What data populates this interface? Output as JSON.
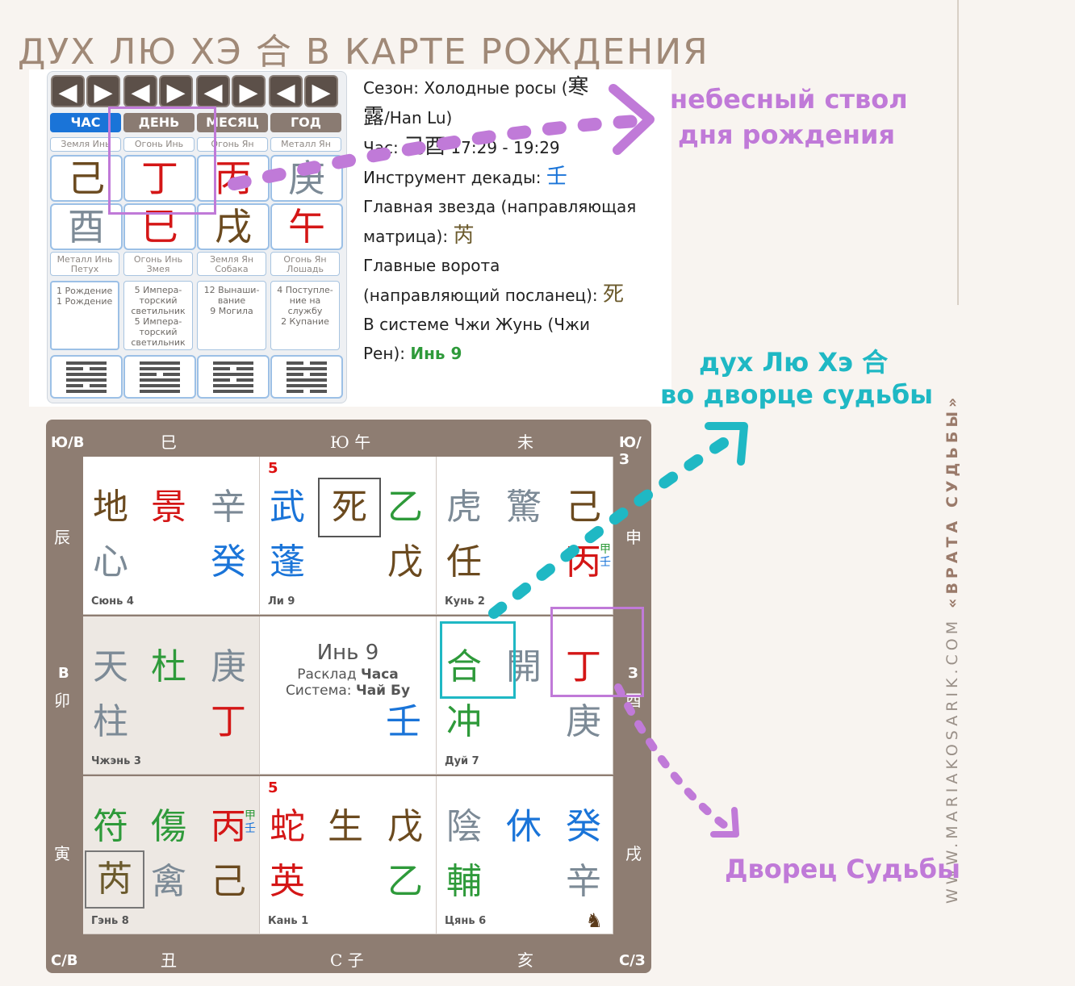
{
  "title": "ДУХ ЛЮ ХЭ 合 В КАРТЕ РОЖДЕНИЯ",
  "side_text_prefix": "WWW.MARIAKOSARIK.COM ",
  "side_text_brand": "«ВРАТА СУДЬБЫ»",
  "pillars": {
    "arrow_left": "◀",
    "arrow_right": "▶",
    "tabs": [
      "ЧАС",
      "ДЕНЬ",
      "МЕСЯЦ",
      "ГОД"
    ],
    "top_labels": [
      "Земля Инь",
      "Огонь Инь",
      "Огонь Ян",
      "Металл Ян"
    ],
    "stems": [
      "己",
      "丁",
      "丙",
      "庚"
    ],
    "branches": [
      "酉",
      "巳",
      "戌",
      "午"
    ],
    "bottom_labels": [
      [
        "Металл Инь",
        "Петух"
      ],
      [
        "Огонь Инь",
        "Змея"
      ],
      [
        "Земля Ян",
        "Собака"
      ],
      [
        "Огонь Ян",
        "Лошадь"
      ]
    ],
    "stars": [
      [
        "1 Рождение",
        "1 Рождение"
      ],
      [
        "5 Импера-",
        "торский",
        "светильник",
        "5 Импера-",
        "торский",
        "светильник"
      ],
      [
        "12 Вынаши-",
        "вание",
        "9 Могила"
      ],
      [
        "4 Поступле-",
        "ние на",
        "службу",
        "2 Купание"
      ]
    ]
  },
  "info": {
    "season_label": "Сезон: Холодные росы (",
    "season_cn1": "寒",
    "season_cn2": "露",
    "season_tail": "/Han Lu)",
    "hour_label": "Час: ",
    "hour_cn": "己酉",
    "hour_time": " 17:29 - 19:29",
    "decade_label": "Инструмент декады: ",
    "decade_cn": "壬",
    "star_label1": "Главная звезда (направляющая",
    "star_label2": "матрица): ",
    "star_cn": "芮",
    "gate_label1": "Главные ворота",
    "gate_label2": "(направляющий посланец): ",
    "gate_cn": "死",
    "system_label1": "В системе Чжи Жунь (Чжи",
    "system_label2": "Рен): ",
    "system_value": "Инь 9"
  },
  "annotations": {
    "stem_note_1": "небесный ствол",
    "stem_note_2": "дня рождения",
    "spirit_note_1": "дух Лю Хэ 合",
    "spirit_note_2": "во дворце судьбы",
    "palace_note": "Дворец Судьбы"
  },
  "board": {
    "corners": {
      "tl": "Ю/В",
      "tr": "Ю/З",
      "bl": "С/В",
      "br": "С/З"
    },
    "top": [
      "巳",
      "Ю 午",
      "未"
    ],
    "bottom": [
      "丑",
      "С 子",
      "亥"
    ],
    "left": [
      "辰",
      "В",
      "卯",
      "寅"
    ],
    "right": [
      "申",
      "З",
      "酉",
      "戌"
    ],
    "center": {
      "title": "Инь 9",
      "line2_a": "Расклад ",
      "line2_b": "Часа",
      "line3_a": "Система: ",
      "line3_b": "Чай Бу",
      "stem": "壬"
    },
    "palaces": {
      "xun": {
        "name": "Сюнь 4",
        "g": [
          "地",
          "景",
          "辛",
          "心",
          "癸"
        ]
      },
      "li": {
        "num": "5",
        "name": "Ли 9",
        "g": [
          "武",
          "死",
          "乙",
          "蓬",
          "戊"
        ]
      },
      "kun": {
        "name": "Кунь 2",
        "g": [
          "虎",
          "驚",
          "己",
          "任",
          "丙",
          "甲",
          "壬"
        ]
      },
      "zhen": {
        "name": "Чжэнь 3",
        "g": [
          "天",
          "杜",
          "庚",
          "柱",
          "丁"
        ]
      },
      "dui": {
        "name": "Дуй 7",
        "g": [
          "合",
          "開",
          "丁",
          "冲",
          "庚"
        ]
      },
      "gen": {
        "name": "Гэнь 8",
        "g": [
          "符",
          "傷",
          "丙",
          "甲",
          "壬",
          "芮",
          "禽",
          "己"
        ]
      },
      "kan": {
        "num": "5",
        "name": "Кань 1",
        "g": [
          "蛇",
          "生",
          "戊",
          "英",
          "乙"
        ]
      },
      "qian": {
        "name": "Цянь 6",
        "g": [
          "陰",
          "休",
          "癸",
          "輔",
          "辛"
        ],
        "icon": "♞"
      }
    }
  },
  "colors": {
    "accent_purple": "#c07ad8",
    "accent_teal": "#1fb8c4",
    "board": "#8e7d72"
  }
}
